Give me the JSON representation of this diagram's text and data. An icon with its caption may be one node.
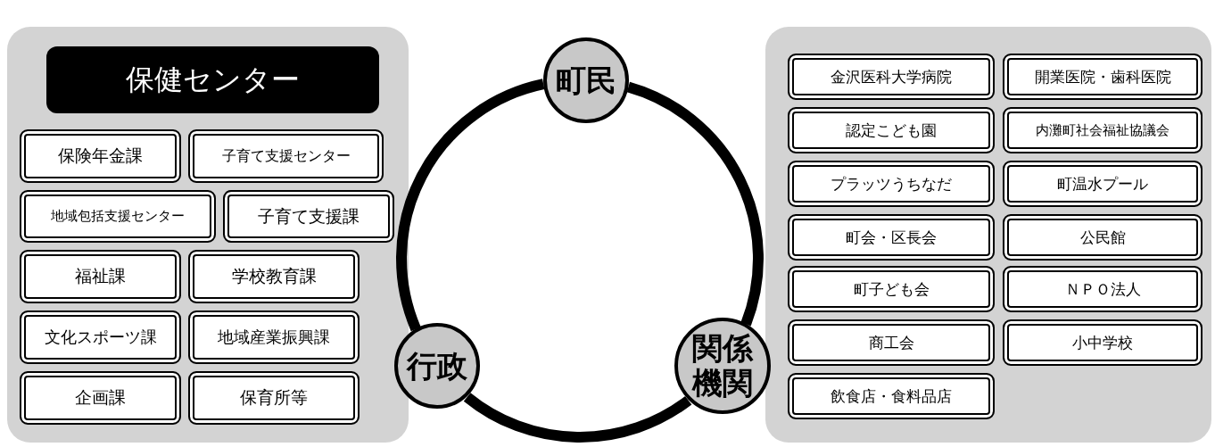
{
  "diagram": {
    "nodes": [
      {
        "text": [],
        "shape": "box"
      },
      {
        "text": [
          "保健センター"
        ],
        "in": 0
      },
      {
        "text": [
          "保険年金課"
        ],
        "in": 0
      },
      {
        "text": [
          "子育て支援センター"
        ],
        "in": 0
      },
      {
        "text": [
          "地域包括支援センター"
        ],
        "in": 0
      },
      {
        "text": [
          "子育て支援課"
        ],
        "in": 0
      },
      {
        "text": [
          "福祉課"
        ],
        "in": 0
      },
      {
        "text": [
          "学校教育課"
        ],
        "in": 0
      },
      {
        "text": [
          "文化スポーツ課"
        ],
        "in": 0
      },
      {
        "text": [
          "地域産業振興課"
        ],
        "in": 0
      },
      {
        "text": [
          "企画課"
        ],
        "in": 0
      },
      {
        "text": [
          "保育所等"
        ],
        "in": 0
      },
      {
        "text": [
          "町民"
        ]
      },
      {
        "text": [
          "行政"
        ]
      },
      {
        "text": [
          "関係機関"
        ]
      },
      {
        "text": [],
        "shape": "box"
      },
      {
        "text": [
          "金沢医科大学病院"
        ],
        "in": 15
      },
      {
        "text": [
          "開業医院・歯科医院"
        ],
        "in": 15
      },
      {
        "text": [
          "認定こども園"
        ],
        "in": 15
      },
      {
        "text": [
          "内灘町社会福祉協議会"
        ],
        "in": 15
      },
      {
        "text": [
          "プラッツうちなだ"
        ],
        "in": 15
      },
      {
        "text": [
          "町温水プール"
        ],
        "in": 15
      },
      {
        "text": [
          "町会・区長会"
        ],
        "in": 15
      },
      {
        "text": [
          "公民館"
        ],
        "in": 15
      },
      {
        "text": [
          "町子ども会"
        ],
        "in": 15
      },
      {
        "text": [
          "ＮＰＯ法人"
        ],
        "in": 15
      },
      {
        "text": [
          "商工会"
        ],
        "in": 15
      },
      {
        "text": [
          "小中学校"
        ],
        "in": 15
      },
      {
        "text": [
          "飲食店・食料品店"
        ],
        "in": 15
      }
    ],
    "edges": [
      {
        "from": 12,
        "to": 14,
        "arrow": "none"
      },
      {
        "from": 14,
        "to": 13,
        "arrow": "none"
      },
      {
        "from": 13,
        "to": 12,
        "arrow": "none"
      }
    ]
  }
}
